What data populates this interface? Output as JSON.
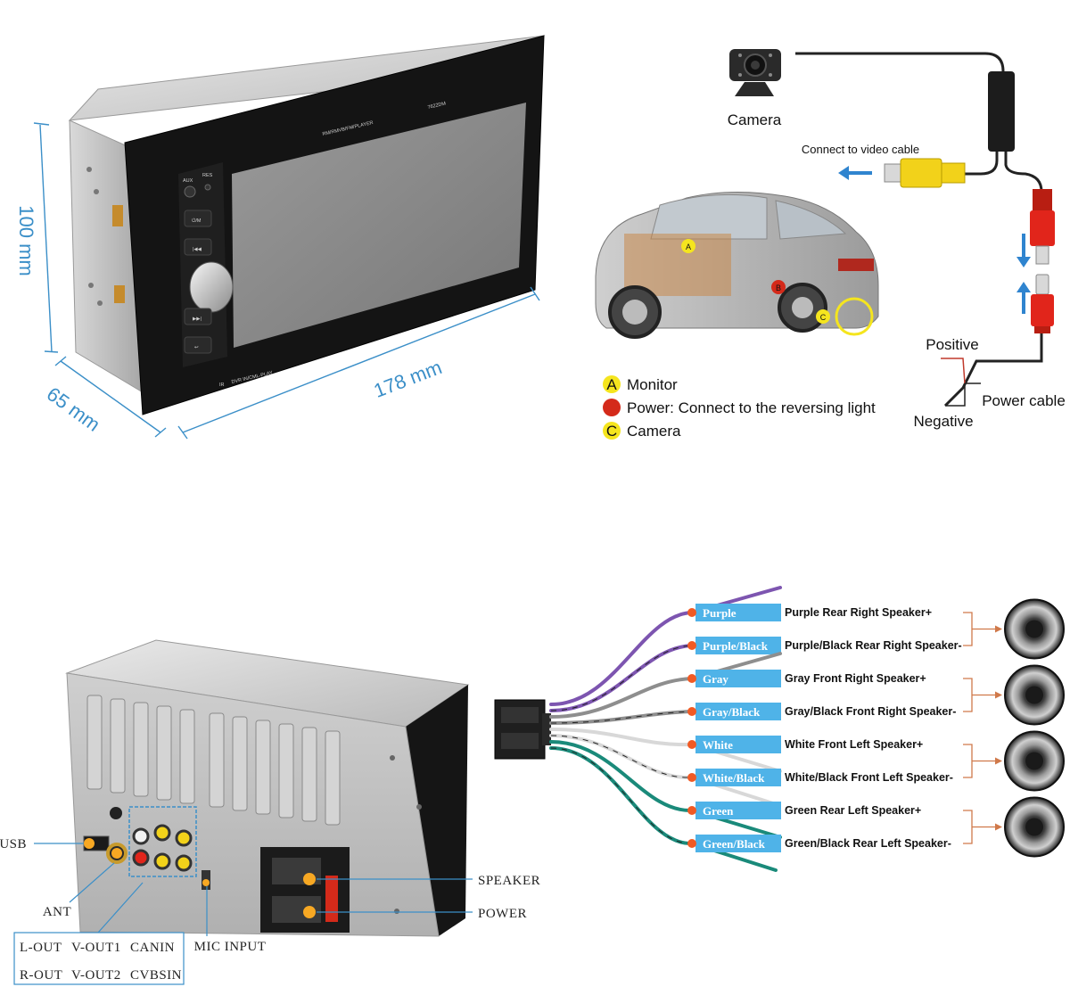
{
  "dimensions": {
    "height": "100 mm",
    "depth": "65 mm",
    "width": "178 mm"
  },
  "head_unit": {
    "model_label": "7622DM",
    "top_label": "RM/RMVB/FM/PLAYER",
    "aux_label": "AUX",
    "res_label": "RES",
    "ir_label": "IR",
    "bottom_label": "DVR IN/CML-PLAY"
  },
  "camera_diagram": {
    "camera_label": "Camera",
    "video_cable_label": "Connect to video cable",
    "positive_label": "Positive",
    "negative_label": "Negative",
    "power_cable_label": "Power cable",
    "car_markers": [
      "A",
      "B",
      "C"
    ],
    "legend": [
      {
        "marker": "A",
        "text": "Monitor",
        "color": "#f5e51e"
      },
      {
        "marker": "",
        "text": "Power: Connect to the reversing light",
        "color": "#d42a1a"
      },
      {
        "marker": "C",
        "text": "Camera",
        "color": "#f5e51e"
      }
    ]
  },
  "wiring": {
    "wires": [
      {
        "tag": "Purple",
        "desc": "Purple Rear Right Speaker+",
        "color": "#7d55b0"
      },
      {
        "tag": "Purple/Black",
        "desc": "Purple/Black Rear Right Speaker-",
        "color": "#7d55b0"
      },
      {
        "tag": "Gray",
        "desc": "Gray Front Right Speaker+",
        "color": "#8e8e8e"
      },
      {
        "tag": "Gray/Black",
        "desc": "Gray/Black Front Right Speaker-",
        "color": "#8e8e8e"
      },
      {
        "tag": "White",
        "desc": "White Front Left Speaker+",
        "color": "#d8d8d8"
      },
      {
        "tag": "White/Black",
        "desc": "White/Black Front Left Speaker-",
        "color": "#d8d8d8"
      },
      {
        "tag": "Green",
        "desc": "Green Rear Left Speaker+",
        "color": "#1a8a7a"
      },
      {
        "tag": "Green/Black",
        "desc": "Green/Black Rear Left Speaker-",
        "color": "#1a8a7a"
      }
    ],
    "tag_color": "#4fb3e8",
    "dot_color": "#f15a24"
  },
  "rear_panel": {
    "usb_label": "USB",
    "ant_label": "ANT",
    "mic_label": "MIC INPUT",
    "speaker_label": "SPEAKER",
    "power_label": "POWER",
    "io_table": [
      [
        "L-OUT",
        "V-OUT1",
        "CANIN"
      ],
      [
        "R-OUT",
        "V-OUT2",
        "CVBSIN"
      ]
    ]
  }
}
